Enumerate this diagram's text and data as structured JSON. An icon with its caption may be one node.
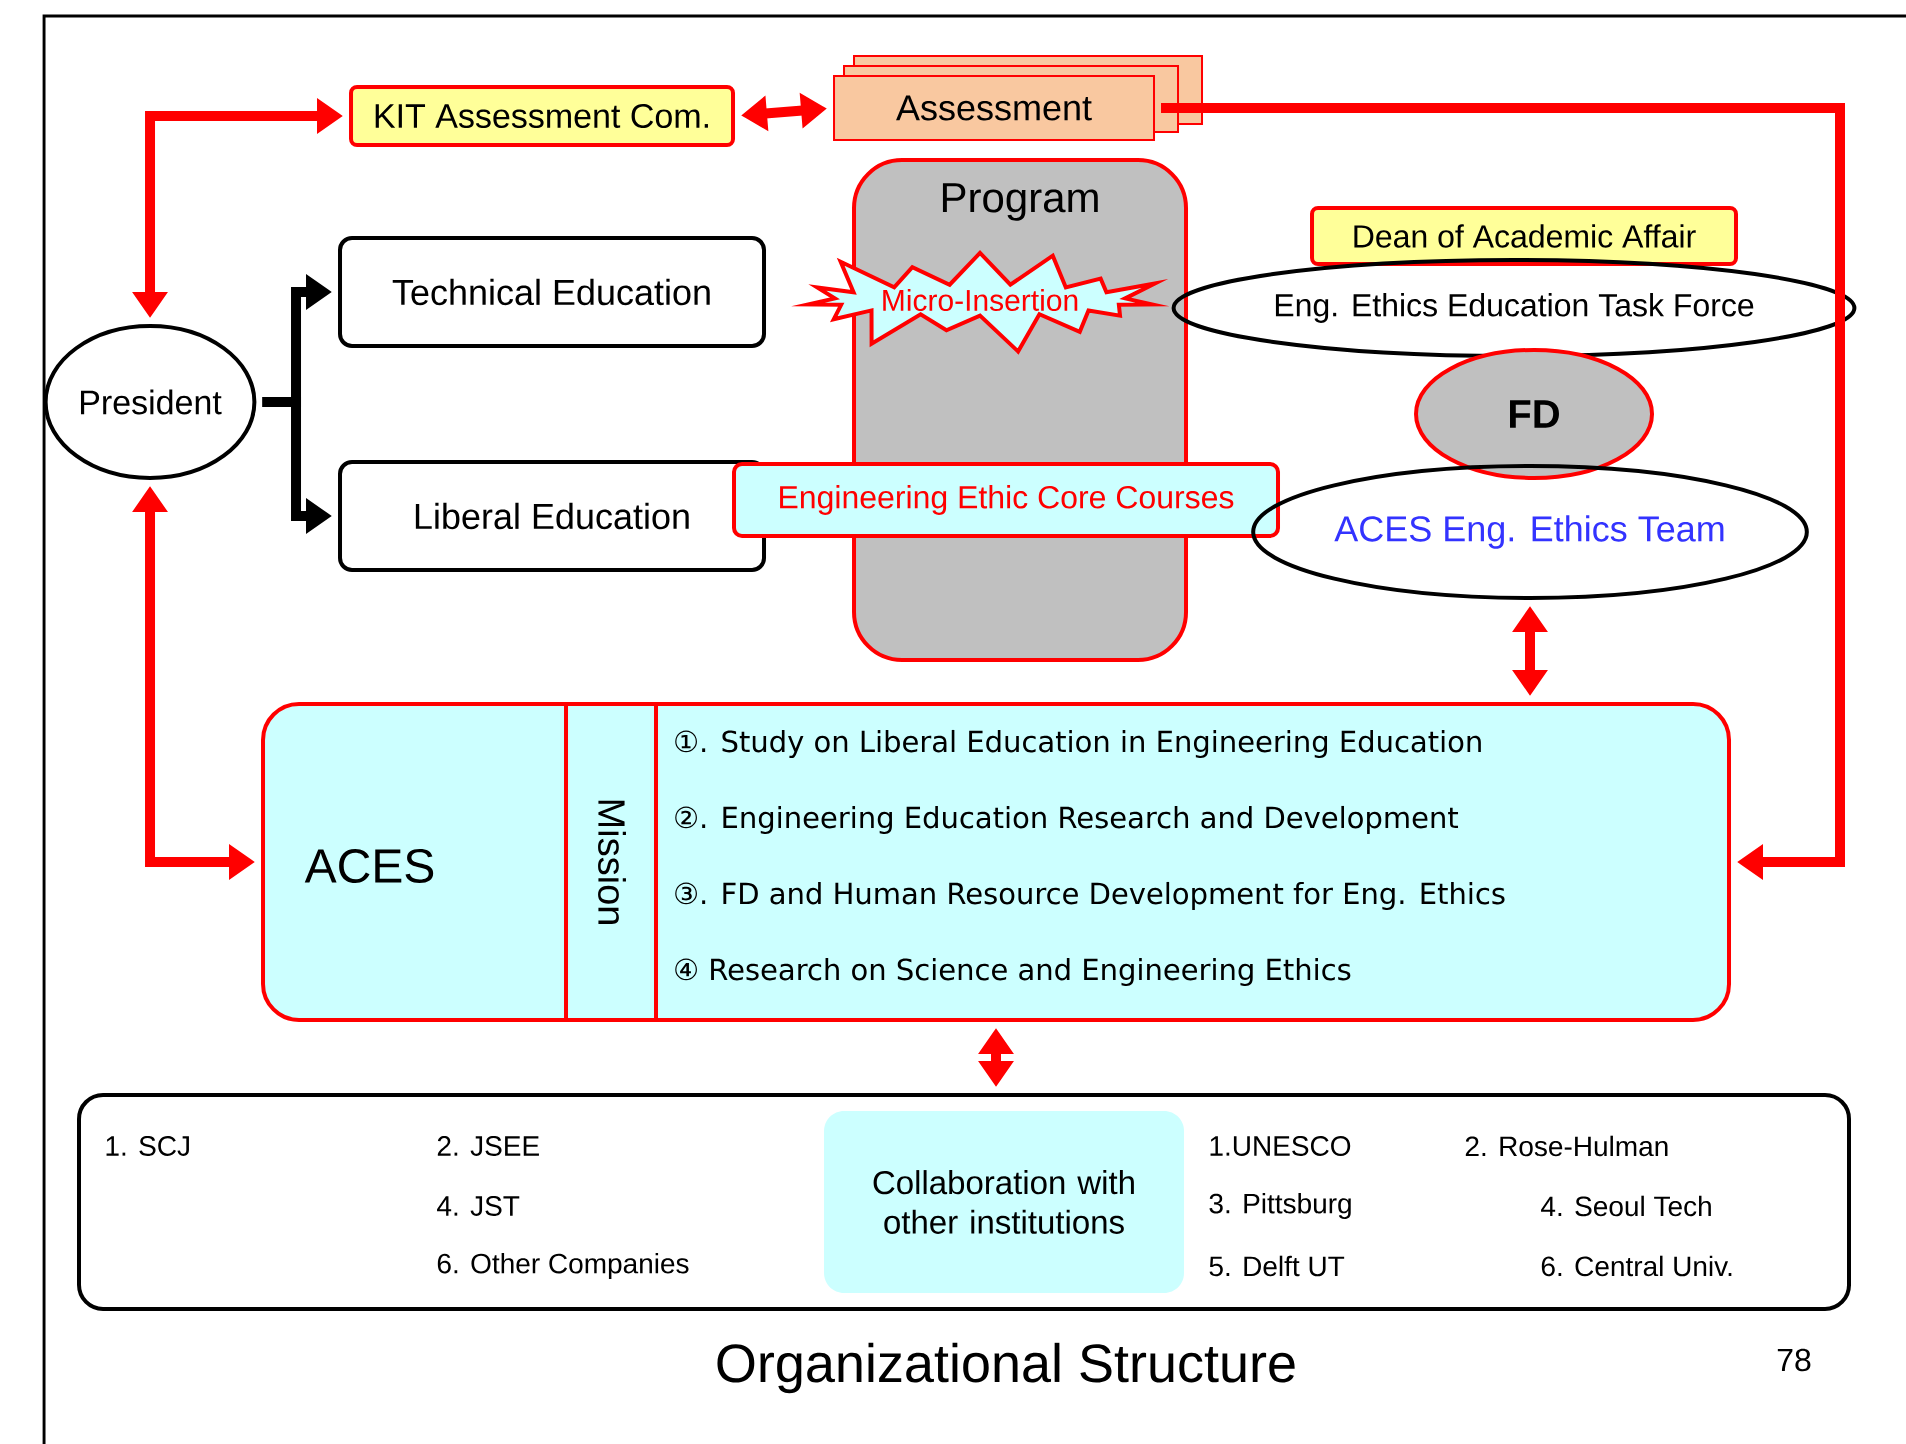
{
  "diagram": {
    "caption": "Organizational Structure",
    "nodes": [
      {
        "text": [
          "KIT Assessment Com."
        ]
      },
      {
        "text": [
          "Assessment"
        ]
      },
      {
        "text": [
          "President"
        ]
      },
      {
        "text": [
          "Technical Education"
        ]
      },
      {
        "text": [
          "Liberal Education"
        ]
      },
      {
        "text": [
          "Program"
        ]
      },
      {
        "text": [
          "Micro-Insertion"
        ]
      },
      {
        "text": [
          "Engineering Ethic Core Courses"
        ]
      },
      {
        "text": [
          "Dean of Academic Affair"
        ]
      },
      {
        "text": [
          "Eng. Ethics Education Task Force"
        ]
      },
      {
        "text": [
          "FD"
        ]
      },
      {
        "text": [
          "ACES Eng. Ethics Team"
        ]
      },
      {
        "text": [
          "ACES",
          "Mission",
          "①. Study on Liberal Education in Engineering Education",
          "②. Engineering Education Research and Development",
          "③. FD and Human Resource Development for Eng. Ethics",
          "④ Research on Science and Engineering Ethics"
        ]
      },
      {
        "text": [
          "1. SCJ",
          "2. JSEE",
          "4. JST",
          "6. Other Companies",
          "1.UNESCO",
          "2. Rose-Hulman",
          "3. Pittsburg",
          "4. Seoul Tech",
          "5. Delft UT",
          "6. Central Univ."
        ]
      },
      {
        "text": [
          "Collaboration with other institutions"
        ],
        "in": 13
      }
    ],
    "edges": [
      {
        "from": 2,
        "to": 0,
        "arrow": "both"
      },
      {
        "from": 0,
        "to": 1,
        "arrow": "both"
      },
      {
        "from": 1,
        "to": 12,
        "arrow": "to"
      },
      {
        "from": 2,
        "to": 3,
        "arrow": "to",
        "color": "#000000"
      },
      {
        "from": 2,
        "to": 4,
        "arrow": "to",
        "color": "#000000"
      },
      {
        "from": 2,
        "to": 12,
        "arrow": "both"
      },
      {
        "from": 11,
        "to": 12,
        "arrow": "both"
      },
      {
        "from": 12,
        "to": 13,
        "arrow": "both"
      }
    ],
    "labels": [
      "78"
    ]
  }
}
